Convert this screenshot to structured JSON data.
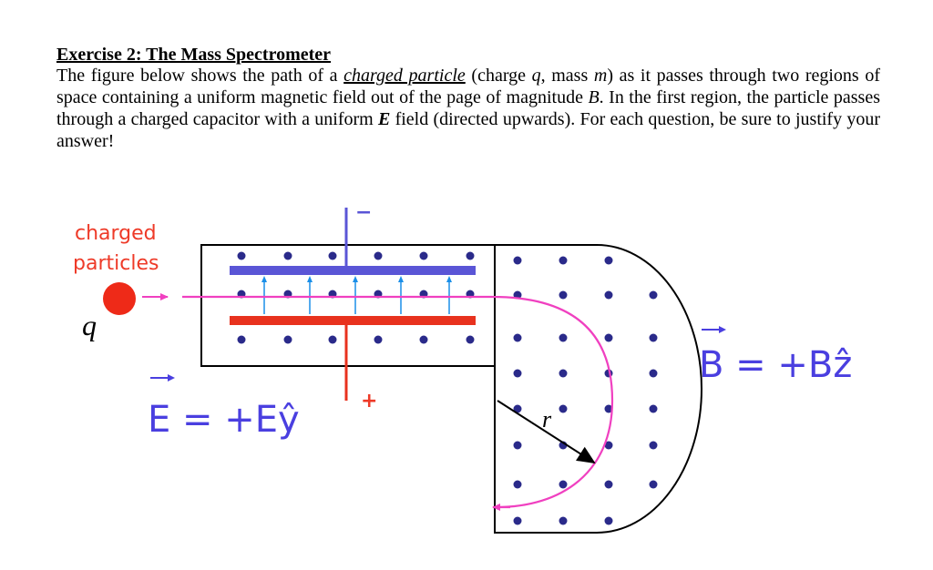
{
  "exercise": {
    "title": "Exercise 2: The Mass Spectrometer",
    "text_1": "The figure below shows the path of a ",
    "link_text": "charged particle",
    "text_2": " (charge ",
    "var_q": "q",
    "text_3": ", mass ",
    "var_m": "m",
    "text_4": ") as it passes through two regions of space containing a uniform magnetic field out of the page of magnitude ",
    "var_B": "B",
    "text_5": ". In the first region, the particle passes through a charged capacitor with a uniform ",
    "var_E": "E",
    "text_6": " field (directed upwards). For each question, be sure to justify your answer!"
  },
  "figure": {
    "particle_label_line1": "charged",
    "particle_label_line2": "particles",
    "charge_symbol": "q",
    "plate_top_sign": "−",
    "plate_bottom_sign": "+",
    "e_field_label": "E = +Eŷ",
    "b_field_label": "B = +Bẑ",
    "radius_label": "r",
    "colors": {
      "top_plate": "#5a55d6",
      "bottom_plate": "#e8321e",
      "particle": "#ee2a18",
      "path": "#f040c0",
      "field_arrows": "#1a8fe8",
      "dots": "#2a2a8a",
      "labels_blue": "#4a3fe0",
      "labels_red": "#ee3a28"
    }
  }
}
